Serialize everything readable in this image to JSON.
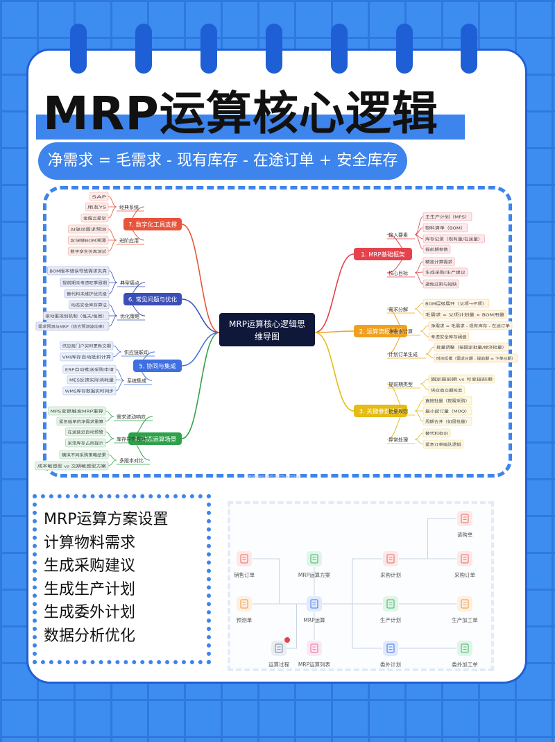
{
  "title": "MRP运算核心逻辑",
  "formula": "净需求 = 毛需求 - 现有库存 - 在途订单 + 安全库存",
  "mindmap": {
    "center": [
      "MRP运算核心逻辑思",
      "维导图"
    ],
    "branches": [
      {
        "label": "1. MRP基础框架",
        "color": "#e5424d",
        "children": [
          {
            "label": "输入要素",
            "leaves": [
              "主生产计划（MPS）",
              "物料清单（BOM）",
              "库存记录（现有量/在途量）",
              "提前期参数"
            ]
          },
          {
            "label": "核心目标",
            "leaves": [
              "精准计算需求",
              "生成采购/生产建议",
              "避免过剩与短缺"
            ]
          }
        ]
      },
      {
        "label": "2. 运算流程分解",
        "color": "#f0a020",
        "children": [
          {
            "label": "需求分解",
            "leaves": [
              "BOM层级展开（父项→子项）",
              "毛需求 = 父项计划量 × BOM用量"
            ]
          },
          {
            "label": "净需求计算",
            "leaves": [
              "净需求 = 毛需求 - 现有库存 - 在途订单",
              "考虑安全库存阈值"
            ]
          },
          {
            "label": "计划订单生成",
            "leaves": [
              "批量调整（按固定批量/经济批量）",
              "时间反推（需求日期 - 提前期 = 下单日期）"
            ]
          }
        ]
      },
      {
        "label": "3. 关键参数管理",
        "color": "#e5bb15",
        "children": [
          {
            "label": "提前期类型",
            "leaves": [
              "固定提前期 vs 可变提前期",
              "供应商交期校准"
            ]
          },
          {
            "label": "批量规则",
            "leaves": [
              "直接批量（按需采购）",
              "最小起订量（MOQ）",
              "周期合并（如周批量）"
            ]
          },
          {
            "label": "异常处理",
            "leaves": [
              "替代料标识",
              "紧急订单插队逻辑"
            ]
          }
        ]
      },
      {
        "label": "4. 动态运算场景",
        "color": "#2fa14a",
        "children": [
          {
            "label": "需求波动响应",
            "leaves": [
              "MPS变更触发MRP重算",
              "紧急插单的净需求重算"
            ]
          },
          {
            "label": "库存异常应对",
            "leaves": [
              "在途延迟自动预警",
              "呆滞库存占用提示"
            ]
          },
          {
            "label": "多版本对比",
            "leaves": [
              "模拟不同采购策略结果",
              "成本敏感型 vs 交期敏感型方案"
            ]
          }
        ]
      },
      {
        "label": "5. 协同与集成",
        "color": "#3f6fe0",
        "children": [
          {
            "label": "供应链联动",
            "leaves": [
              "供应商门户实时更新交期",
              "VMI库存自动抵扣计算"
            ]
          },
          {
            "label": "系统集成",
            "leaves": [
              "ERP自动推送采购申请",
              "MES反馈实际消耗量",
              "WMS库存数据实时同步"
            ]
          }
        ]
      },
      {
        "label": "6. 常见问题与优化",
        "color": "#3b4fb8",
        "children": [
          {
            "label": "典型痛点",
            "leaves": [
              "BOM版本错误导致需求失真",
              "提前期未考虑旺季周期",
              "替代料未维护优先级"
            ]
          },
          {
            "label": "优化策略",
            "leaves": [
              "动态安全库存算法",
              "滚动重规划机制（每天/每周）",
              "需求预测与MRP（结合预测波动率）"
            ]
          }
        ]
      },
      {
        "label": "7. 数字化工具支撑",
        "color": "#e8543a",
        "children": [
          {
            "label": "经典系统",
            "leaves": [
              "SAP",
              "用友YS",
              "金蝶云星空"
            ]
          },
          {
            "label": "进阶应用",
            "leaves": [
              "AI驱动需求预测",
              "区块链BOM溯源",
              "数字孪生仿真测试"
            ]
          }
        ]
      }
    ]
  },
  "watermark": "Presented with xmind",
  "list": [
    "MRP运算方案设置",
    "计算物料需求",
    "生成采购建议",
    "生成生产计划",
    "生成委外计划",
    "数据分析优化"
  ],
  "flow": {
    "nodes": [
      {
        "label": "销售订单",
        "icon": "sales-order-icon",
        "color": "#ef7f7a"
      },
      {
        "label": "MRP运算方案",
        "icon": "mrp-plan-icon",
        "color": "#58c27d"
      },
      {
        "label": "采购计划",
        "icon": "purchase-plan-icon",
        "color": "#ef7f7a"
      },
      {
        "label": "请购单",
        "icon": "requisition-icon",
        "color": "#ef7f7a"
      },
      {
        "label": "采购订单",
        "icon": "purchase-order-icon",
        "color": "#ef7f7a"
      },
      {
        "label": "预测单",
        "icon": "forecast-icon",
        "color": "#f2a65a"
      },
      {
        "label": "MRP运算",
        "icon": "mrp-run-icon",
        "color": "#5b8def"
      },
      {
        "label": "生产计划",
        "icon": "production-plan-icon",
        "color": "#58c27d"
      },
      {
        "label": "生产加工单",
        "icon": "production-order-icon",
        "color": "#f2a65a"
      },
      {
        "label": "运算过程",
        "icon": "process-icon",
        "color": "#8a9bb5"
      },
      {
        "label": "MRP运算列表",
        "icon": "mrp-list-icon",
        "color": "#ef7fb0"
      },
      {
        "label": "委外计划",
        "icon": "outsource-plan-icon",
        "color": "#5b8def"
      },
      {
        "label": "委外加工单",
        "icon": "outsource-order-icon",
        "color": "#58c27d"
      }
    ]
  }
}
